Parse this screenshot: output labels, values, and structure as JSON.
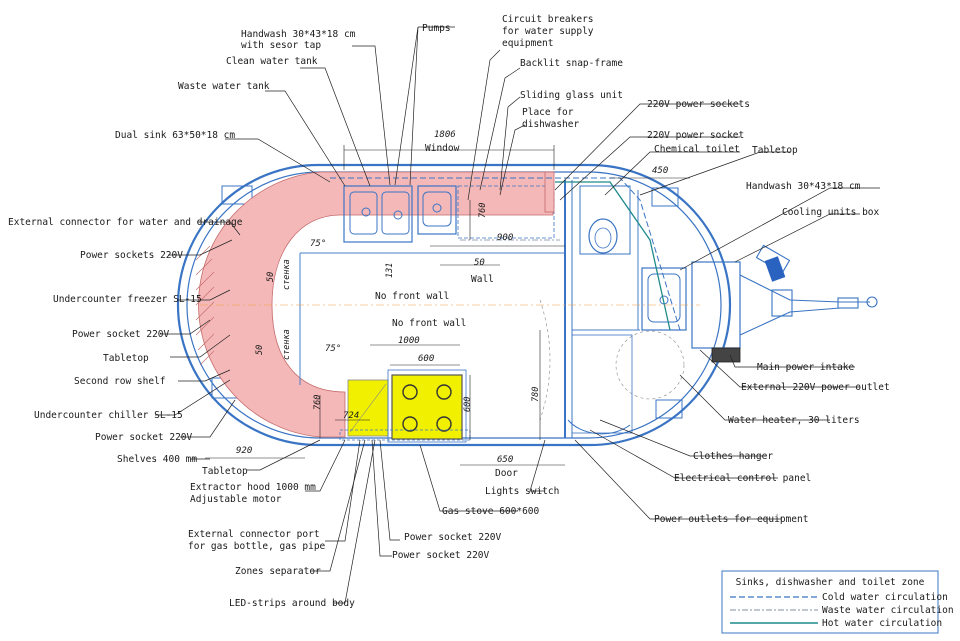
{
  "labels": {
    "handwash_sensor": "Handwash 30*43*18 cm",
    "handwash_sensor_2": "with sesor tap",
    "clean_water_tank": "Clean water tank",
    "waste_water_tank": "Waste water tank",
    "dual_sink": "Dual sink 63*50*18 cm",
    "ext_connector_water": "External connector for water and drainage",
    "power_sockets_220v_left": "Power sockets 220V",
    "undercounter_freezer": "Undercounter freezer SL-15",
    "power_socket_220v_left": "Power socket 220V",
    "tabletop_left": "Tabletop",
    "second_row_shelf": "Second row shelf",
    "undercounter_chiller": "Undercounter chiller SL-15",
    "power_socket_220v_left2": "Power socket 220V",
    "shelves_400": "Shelves 400 mm",
    "tabletop_bottom": "Tabletop",
    "extractor_hood": "Extractor hood 1000 mm",
    "adjustable_motor": "Adjustable motor",
    "ext_connector_gas": "External connector port",
    "ext_connector_gas_2": "for gas bottle, gas pipe",
    "zones_separator": "Zones separator",
    "led_strips": "LED-strips around body",
    "pumps": "Pumps",
    "circuit_breakers_1": "Circuit breakers",
    "circuit_breakers_2": "for water supply",
    "circuit_breakers_3": "equipment",
    "backlit_frame": "Backlit snap-frame",
    "sliding_glass": "Sliding glass unit",
    "place_dishwasher_1": "Place for",
    "place_dishwasher_2": "dishwasher",
    "power_sockets_220v_top": "220V power sockets",
    "power_socket_220v_top": "220V power socket",
    "chemical_toilet": "Chemical toilet",
    "tabletop_right": "Tabletop",
    "handwash_right": "Handwash 30*43*18 cm",
    "cooling_units": "Cooling units box",
    "main_power_intake": "Main power intake",
    "ext_220v_outlet": "External 220V power outlet",
    "water_heater": "Water heater, 30 liters",
    "clothes_hanger": "Clothes hanger",
    "electrical_panel": "Electrical control panel",
    "power_outlets_equipment": "Power outlets for equipment",
    "lights_switch": "Lights switch",
    "gas_stove": "Gas stove 600*600",
    "power_socket_b1": "Power socket 220V",
    "power_socket_b2": "Power socket 220V",
    "door": "Door",
    "wall": "Wall",
    "window": "Window",
    "no_front_wall_1": "No front wall",
    "no_front_wall_2": "No front wall"
  },
  "dimensions": {
    "d1806": "1806",
    "d450": "450",
    "d760": "760",
    "d900": "900",
    "d50_wall": "50",
    "d131": "131",
    "d50_a": "50",
    "d50_b": "50",
    "d1000": "1000",
    "d600_h": "600",
    "d600_v": "600",
    "d724": "724",
    "d760_b": "760",
    "d920": "920",
    "d650": "650",
    "d780": "780",
    "d75_a": "75°",
    "d75_b": "75°",
    "stenka_1": "стенка",
    "stenka_2": "стенка"
  },
  "legend": {
    "title": "Sinks, dishwasher and toilet zone",
    "items": [
      {
        "label": "Cold water circulation",
        "color": "#3a74c4",
        "style": "dashed"
      },
      {
        "label": "Waste water circulation",
        "color": "#9aa7b8",
        "style": "dashdot"
      },
      {
        "label": "Hot water circulation",
        "color": "#1f8a8a",
        "style": "solid"
      }
    ]
  },
  "colors": {
    "wall_blue": "#3a74c4",
    "counter_pink": "#f4b8b8",
    "stove_yellow": "#f0f000",
    "hot_water_teal": "#1f8a8a"
  }
}
